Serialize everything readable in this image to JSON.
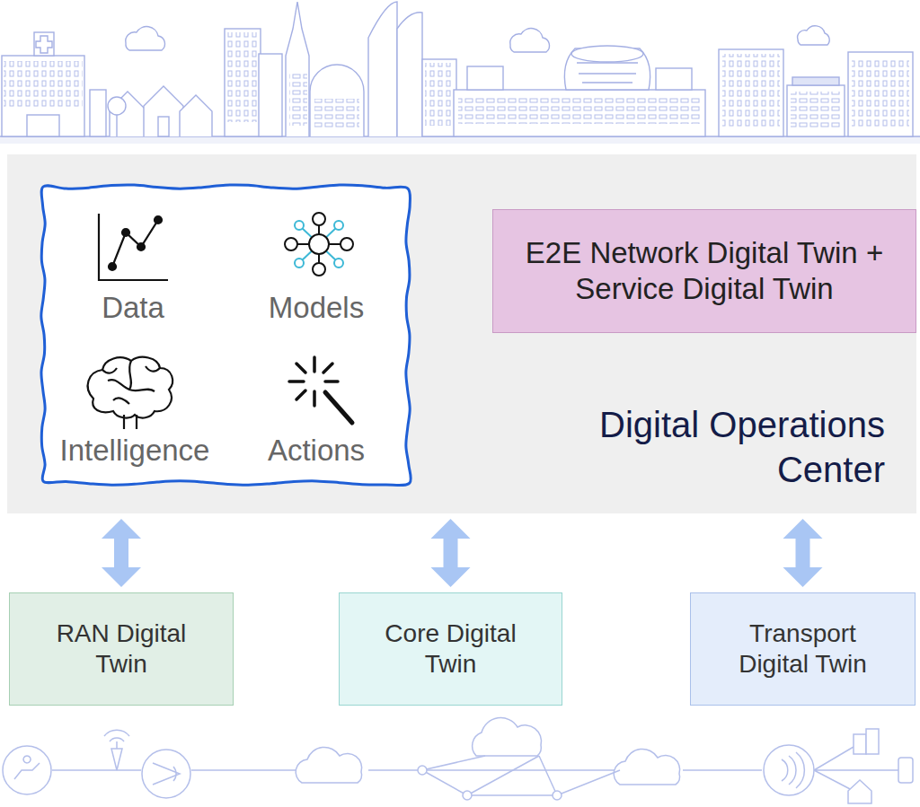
{
  "diagram": {
    "nodes": [
      {
        "text": [
          "Digital Operations Center"
        ]
      },
      {
        "text": [
          "Data",
          "Models",
          "Intelligence",
          "Actions"
        ],
        "in": 0
      },
      {
        "text": [
          "E2E Network Digital Twin + Service Digital Twin"
        ],
        "in": 0
      },
      {
        "text": [
          "RAN Digital Twin"
        ]
      },
      {
        "text": [
          "Core Digital Twin"
        ]
      },
      {
        "text": [
          "Transport Digital Twin"
        ]
      }
    ],
    "edges": [
      {
        "from": 0,
        "to": 3,
        "arrow": "both"
      },
      {
        "from": 0,
        "to": 4,
        "arrow": "both"
      },
      {
        "from": 0,
        "to": 5,
        "arrow": "both"
      }
    ]
  }
}
